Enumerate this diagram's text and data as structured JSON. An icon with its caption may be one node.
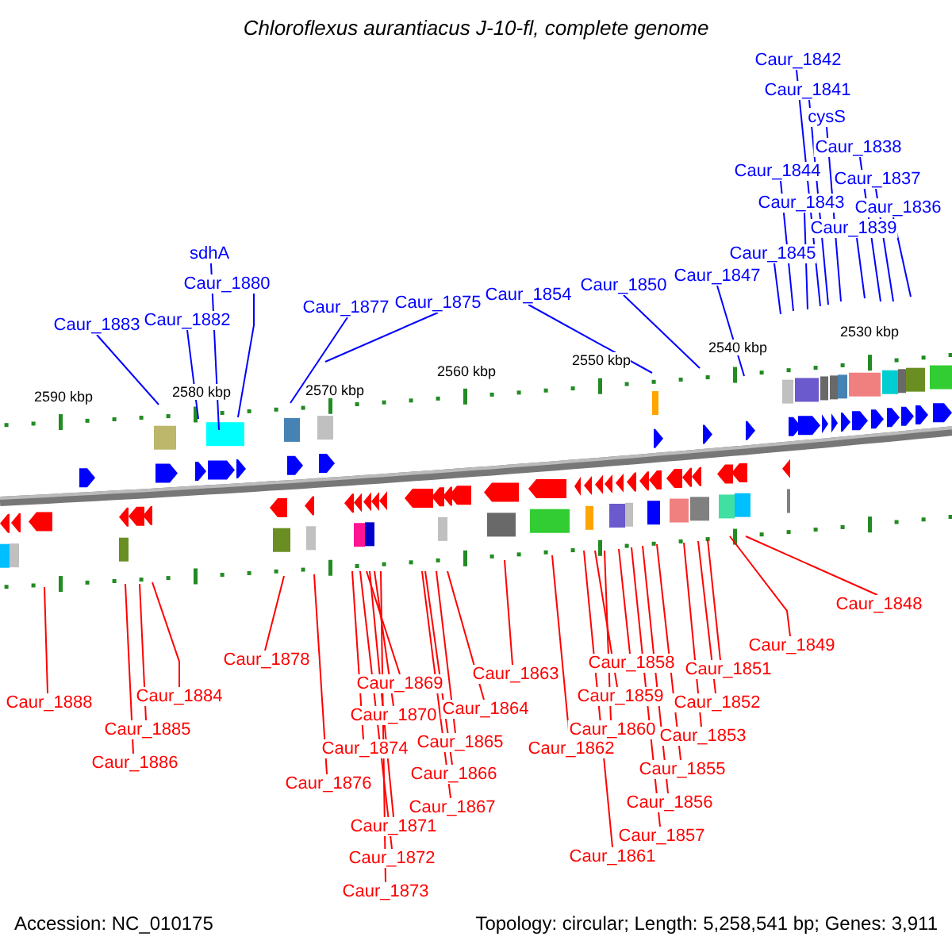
{
  "diagram": {
    "title": "Chloroflexus aurantiacus J-10-fl, complete genome",
    "nodes": [
      {
        "text": [
          "Caur_1842"
        ]
      },
      {
        "text": [
          "Caur_1841"
        ]
      },
      {
        "text": [
          "cysS"
        ]
      },
      {
        "text": [
          "Caur_1838"
        ]
      },
      {
        "text": [
          "Caur_1844"
        ]
      },
      {
        "text": [
          "Caur_1837"
        ]
      },
      {
        "text": [
          "Caur_1843"
        ]
      },
      {
        "text": [
          "Caur_1836"
        ]
      },
      {
        "text": [
          "Caur_1839"
        ]
      },
      {
        "text": [
          "Caur_1845"
        ]
      },
      {
        "text": [
          "sdhA"
        ]
      },
      {
        "text": [
          "Caur_1880"
        ]
      },
      {
        "text": [
          "Caur_1847"
        ]
      },
      {
        "text": [
          "Caur_1850"
        ]
      },
      {
        "text": [
          "Caur_1854"
        ]
      },
      {
        "text": [
          "Caur_1875"
        ]
      },
      {
        "text": [
          "Caur_1877"
        ]
      },
      {
        "text": [
          "Caur_1882"
        ]
      },
      {
        "text": [
          "Caur_1883"
        ]
      },
      {
        "text": [
          "Caur_1888"
        ]
      },
      {
        "text": [
          "Caur_1884"
        ]
      },
      {
        "text": [
          "Caur_1885"
        ]
      },
      {
        "text": [
          "Caur_1886"
        ]
      },
      {
        "text": [
          "Caur_1878"
        ]
      },
      {
        "text": [
          "Caur_1876"
        ]
      },
      {
        "text": [
          "Caur_1869"
        ]
      },
      {
        "text": [
          "Caur_1870"
        ]
      },
      {
        "text": [
          "Caur_1874"
        ]
      },
      {
        "text": [
          "Caur_1871"
        ]
      },
      {
        "text": [
          "Caur_1872"
        ]
      },
      {
        "text": [
          "Caur_1873"
        ]
      },
      {
        "text": [
          "Caur_1863"
        ]
      },
      {
        "text": [
          "Caur_1864"
        ]
      },
      {
        "text": [
          "Caur_1865"
        ]
      },
      {
        "text": [
          "Caur_1866"
        ]
      },
      {
        "text": [
          "Caur_1867"
        ]
      },
      {
        "text": [
          "Caur_1858"
        ]
      },
      {
        "text": [
          "Caur_1859"
        ]
      },
      {
        "text": [
          "Caur_1860"
        ]
      },
      {
        "text": [
          "Caur_1862"
        ]
      },
      {
        "text": [
          "Caur_1861"
        ]
      },
      {
        "text": [
          "Caur_1851"
        ]
      },
      {
        "text": [
          "Caur_1852"
        ]
      },
      {
        "text": [
          "Caur_1853"
        ]
      },
      {
        "text": [
          "Caur_1855"
        ]
      },
      {
        "text": [
          "Caur_1856"
        ]
      },
      {
        "text": [
          "Caur_1857"
        ]
      },
      {
        "text": [
          "Caur_1849"
        ]
      },
      {
        "text": [
          "Caur_1848"
        ]
      }
    ],
    "edges": [
      {
        "from": 0,
        "to": null,
        "arrow": "none",
        "color": "#0000ff"
      },
      {
        "from": 1,
        "to": null,
        "arrow": "none",
        "color": "#0000ff"
      },
      {
        "from": 2,
        "to": null,
        "arrow": "none",
        "color": "#0000ff"
      },
      {
        "from": 3,
        "to": null,
        "arrow": "none",
        "color": "#0000ff"
      },
      {
        "from": 4,
        "to": null,
        "arrow": "none",
        "color": "#0000ff"
      },
      {
        "from": 5,
        "to": null,
        "arrow": "none",
        "color": "#0000ff"
      },
      {
        "from": 6,
        "to": null,
        "arrow": "none",
        "color": "#0000ff"
      },
      {
        "from": 7,
        "to": null,
        "arrow": "none",
        "color": "#0000ff"
      },
      {
        "from": 8,
        "to": null,
        "arrow": "none",
        "color": "#0000ff"
      },
      {
        "from": 9,
        "to": null,
        "arrow": "none",
        "color": "#0000ff"
      },
      {
        "from": 10,
        "to": null,
        "arrow": "none",
        "color": "#0000ff"
      },
      {
        "from": 11,
        "to": null,
        "arrow": "none",
        "color": "#0000ff"
      },
      {
        "from": 12,
        "to": null,
        "arrow": "none",
        "color": "#0000ff"
      },
      {
        "from": 13,
        "to": null,
        "arrow": "none",
        "color": "#0000ff"
      },
      {
        "from": 14,
        "to": null,
        "arrow": "none",
        "color": "#0000ff"
      },
      {
        "from": 15,
        "to": null,
        "arrow": "none",
        "color": "#0000ff"
      },
      {
        "from": 16,
        "to": null,
        "arrow": "none",
        "color": "#0000ff"
      },
      {
        "from": 17,
        "to": null,
        "arrow": "none",
        "color": "#0000ff"
      },
      {
        "from": 18,
        "to": null,
        "arrow": "none",
        "color": "#0000ff"
      },
      {
        "from": 19,
        "to": null,
        "arrow": "none"
      },
      {
        "from": 20,
        "to": null,
        "arrow": "none"
      },
      {
        "from": 21,
        "to": null,
        "arrow": "none"
      },
      {
        "from": 22,
        "to": null,
        "arrow": "none"
      },
      {
        "from": 23,
        "to": null,
        "arrow": "none"
      },
      {
        "from": 24,
        "to": null,
        "arrow": "none"
      },
      {
        "from": 25,
        "to": null,
        "arrow": "none"
      },
      {
        "from": 26,
        "to": null,
        "arrow": "none"
      },
      {
        "from": 27,
        "to": null,
        "arrow": "none"
      },
      {
        "from": 28,
        "to": null,
        "arrow": "none"
      },
      {
        "from": 29,
        "to": null,
        "arrow": "none"
      },
      {
        "from": 30,
        "to": null,
        "arrow": "none"
      },
      {
        "from": 31,
        "to": null,
        "arrow": "none"
      },
      {
        "from": 32,
        "to": null,
        "arrow": "none"
      },
      {
        "from": 33,
        "to": null,
        "arrow": "none"
      },
      {
        "from": 34,
        "to": null,
        "arrow": "none"
      },
      {
        "from": 35,
        "to": null,
        "arrow": "none"
      },
      {
        "from": 36,
        "to": null,
        "arrow": "none"
      },
      {
        "from": 37,
        "to": null,
        "arrow": "none"
      },
      {
        "from": 38,
        "to": null,
        "arrow": "none"
      },
      {
        "from": 39,
        "to": null,
        "arrow": "none"
      },
      {
        "from": 40,
        "to": null,
        "arrow": "none"
      },
      {
        "from": 41,
        "to": null,
        "arrow": "none"
      },
      {
        "from": 42,
        "to": null,
        "arrow": "none"
      },
      {
        "from": 43,
        "to": null,
        "arrow": "none"
      },
      {
        "from": 44,
        "to": null,
        "arrow": "none"
      },
      {
        "from": 45,
        "to": null,
        "arrow": "none"
      },
      {
        "from": 46,
        "to": null,
        "arrow": "none"
      },
      {
        "from": 47,
        "to": null,
        "arrow": "none"
      },
      {
        "from": 48,
        "to": null,
        "arrow": "none"
      }
    ],
    "labels": [
      "2590 kbp",
      "2580 kbp",
      "2570 kbp",
      "2560 kbp",
      "2550 kbp",
      "2540 kbp",
      "2530 kbp",
      "Accession: NC_010175",
      "Topology: circular; Length: 5,258,541 bp; Genes: 3,911"
    ]
  }
}
